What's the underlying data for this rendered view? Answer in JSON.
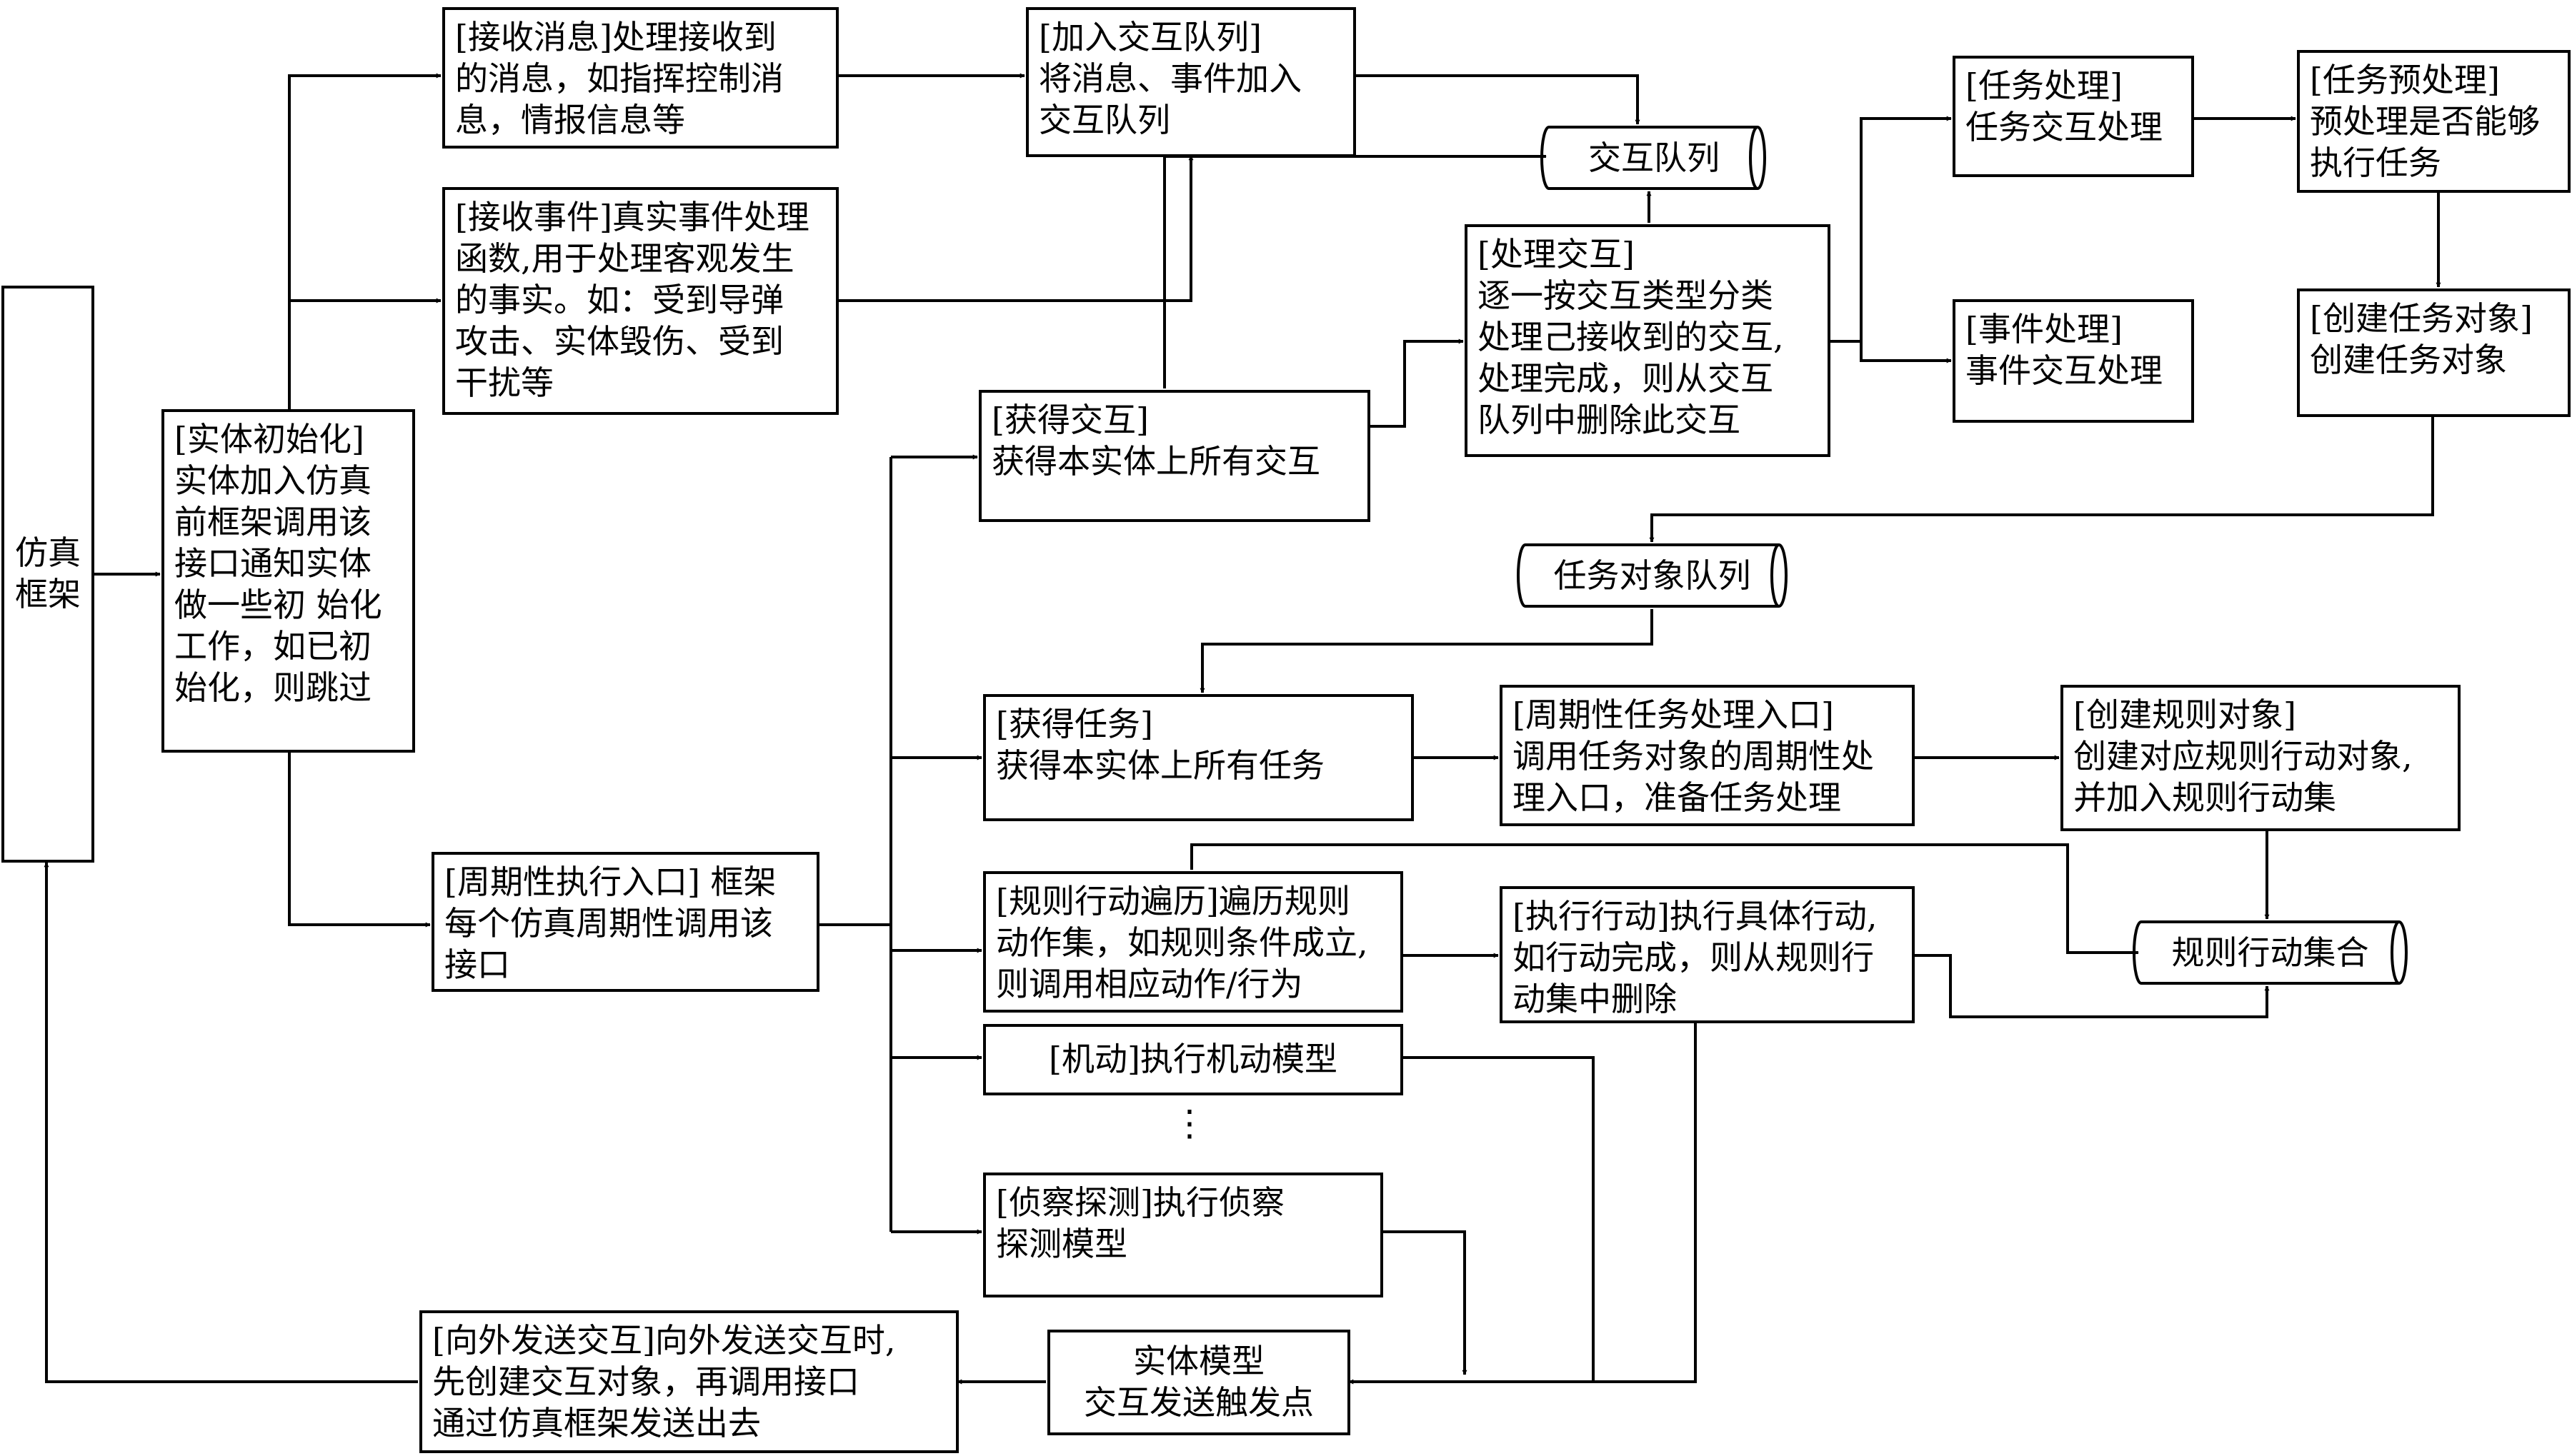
{
  "nodes": {
    "sim_framework": "仿真\n框架",
    "entity_init": "[实体初始化]\n实体加入仿真\n前框架调用该\n接口通知实体\n做一些初 始化\n工作，如已初\n始化，则跳过",
    "recv_msg": "[接收消息]处理接收到\n的消息，如指挥控制消\n息，情报信息等",
    "recv_event": "[接收事件]真实事件处理\n函数,用于处理客观发生\n的事实。如：受到导弹\n攻击、实体毁伤、受到\n干扰等",
    "join_queue": "[加入交互队列]\n将消息、事件加入\n交互队列",
    "interaction_queue": "交互队列",
    "process_interaction": "[处理交互]\n逐一按交互类型分类\n处理己接收到的交互,\n处理完成，则从交互\n队列中删除此交互",
    "task_process": "[任务处理]\n任务交互处理",
    "event_process": "[事件处理]\n事件交互处理",
    "task_preprocess": "[任务预处理]\n预处理是否能够\n执行任务",
    "create_task_obj": "[创建任务对象]\n创建任务对象",
    "get_interaction": "[获得交互]\n获得本实体上所有交互",
    "task_obj_queue": "任务对象队列",
    "get_task": "[获得任务]\n获得本实体上所有任务",
    "periodic_task_entry": "[周期性任务处理入口]\n调用任务对象的周期性处\n理入口，准备任务处理",
    "create_rule_obj": "[创建规则对象]\n创建对应规则行动对象,\n并加入规则行动集",
    "periodic_exec_entry": "[周期性执行入口] 框架\n每个仿真周期性调用该\n接口",
    "rule_traverse": "[规则行动遍历]遍历规则\n动作集，如规则条件成立,\n则调用相应动作/行为",
    "exec_action": "[执行行动]执行具体行动,\n如行动完成，则从规则行\n动集中删除",
    "rule_action_set": "规则行动集合",
    "maneuver": "[机动]执行机动模型",
    "ellipsis": "⋮",
    "recon": "[侦察探测]执行侦察\n探测模型",
    "send_interaction": "[向外发送交互]向外发送交互时,\n先创建交互对象，再调用接口\n通过仿真框架发送出去",
    "entity_model": "实体模型\n交互发送触发点"
  }
}
